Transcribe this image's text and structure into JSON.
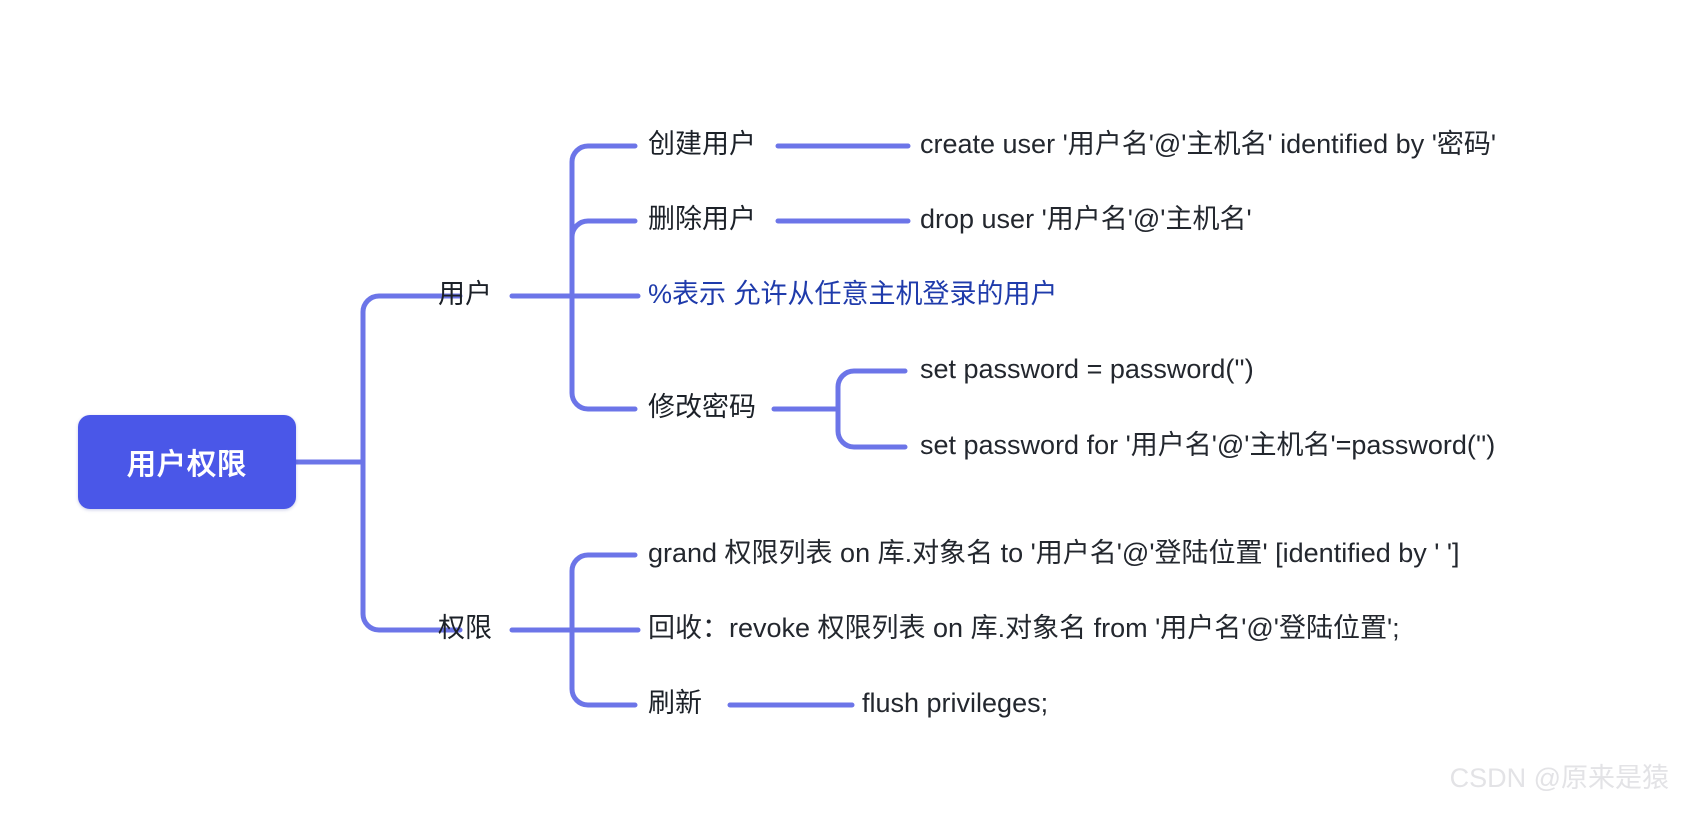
{
  "mindmap": {
    "root": {
      "label": "用户权限"
    },
    "branches": [
      {
        "id": "user",
        "label": "用户",
        "children": [
          {
            "id": "create-user",
            "label": "创建用户",
            "detail": "create user '用户名'@'主机名' identified by '密码'",
            "style": "normal"
          },
          {
            "id": "drop-user",
            "label": "删除用户",
            "detail": "drop user '用户名'@'主机名'",
            "style": "normal"
          },
          {
            "id": "percent-note",
            "label": "",
            "detail": "%表示 允许从任意主机登录的用户",
            "style": "accent"
          },
          {
            "id": "change-password",
            "label": "修改密码",
            "detail": "",
            "style": "normal",
            "children": [
              {
                "id": "set-password",
                "detail": "set password = password('')"
              },
              {
                "id": "set-password-for",
                "detail": "set password for '用户名'@'主机名'=password('')"
              }
            ]
          }
        ]
      },
      {
        "id": "privilege",
        "label": "权限",
        "children": [
          {
            "id": "grant",
            "label": "",
            "detail": "grand 权限列表 on 库.对象名 to '用户名'@'登陆位置' [identified by ' ']",
            "style": "normal"
          },
          {
            "id": "revoke",
            "label": "",
            "detail": "回收：revoke 权限列表 on 库.对象名 from '用户名'@'登陆位置';",
            "style": "normal"
          },
          {
            "id": "flush",
            "label": "刷新",
            "detail": "flush privileges;",
            "style": "normal"
          }
        ]
      }
    ]
  },
  "watermark": {
    "text": "CSDN @原来是猿"
  },
  "colors": {
    "root_fill": "#4a57e8",
    "root_text": "#ffffff",
    "connector": "#6c75e8",
    "text": "#23272e",
    "accent_text": "#1f3bab",
    "watermark": "#e3e3e6",
    "background": "#ffffff"
  }
}
